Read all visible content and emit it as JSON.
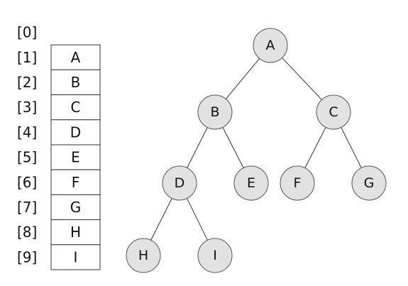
{
  "array": {
    "indices": [
      "[0]",
      "[1]",
      "[2]",
      "[3]",
      "[4]",
      "[5]",
      "[6]",
      "[7]",
      "[8]",
      "[9]"
    ],
    "cells": [
      "",
      "A",
      "B",
      "C",
      "D",
      "E",
      "F",
      "G",
      "H",
      "I"
    ]
  },
  "tree": {
    "nodes": [
      "A",
      "B",
      "C",
      "D",
      "E",
      "F",
      "G",
      "H",
      "I"
    ],
    "edges": [
      [
        "A",
        "B"
      ],
      [
        "A",
        "C"
      ],
      [
        "B",
        "D"
      ],
      [
        "B",
        "E"
      ],
      [
        "C",
        "F"
      ],
      [
        "C",
        "G"
      ],
      [
        "D",
        "H"
      ],
      [
        "D",
        "I"
      ]
    ]
  },
  "colors": {
    "node_fill": "#e2e2e2",
    "node_stroke": "#555555",
    "line": "#333333"
  }
}
